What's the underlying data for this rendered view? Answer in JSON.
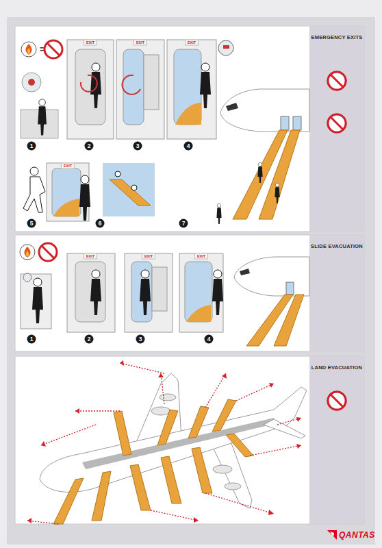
{
  "diagram": {
    "nodes": [
      {
        "text": [
          "EMERGENCY EXITS"
        ]
      },
      {
        "text": [
          "SLIDE EVACUATION"
        ]
      },
      {
        "text": [
          "LAND EVACUATION"
        ]
      }
    ],
    "labels": [
      "EXIT",
      "EXIT",
      "EXIT",
      "1",
      "2",
      "3",
      "4",
      "EXIT",
      "5",
      "6",
      "7",
      "EXIT",
      "EXIT",
      "EXIT",
      "1",
      "2",
      "3",
      "4",
      "QANTAS"
    ]
  }
}
